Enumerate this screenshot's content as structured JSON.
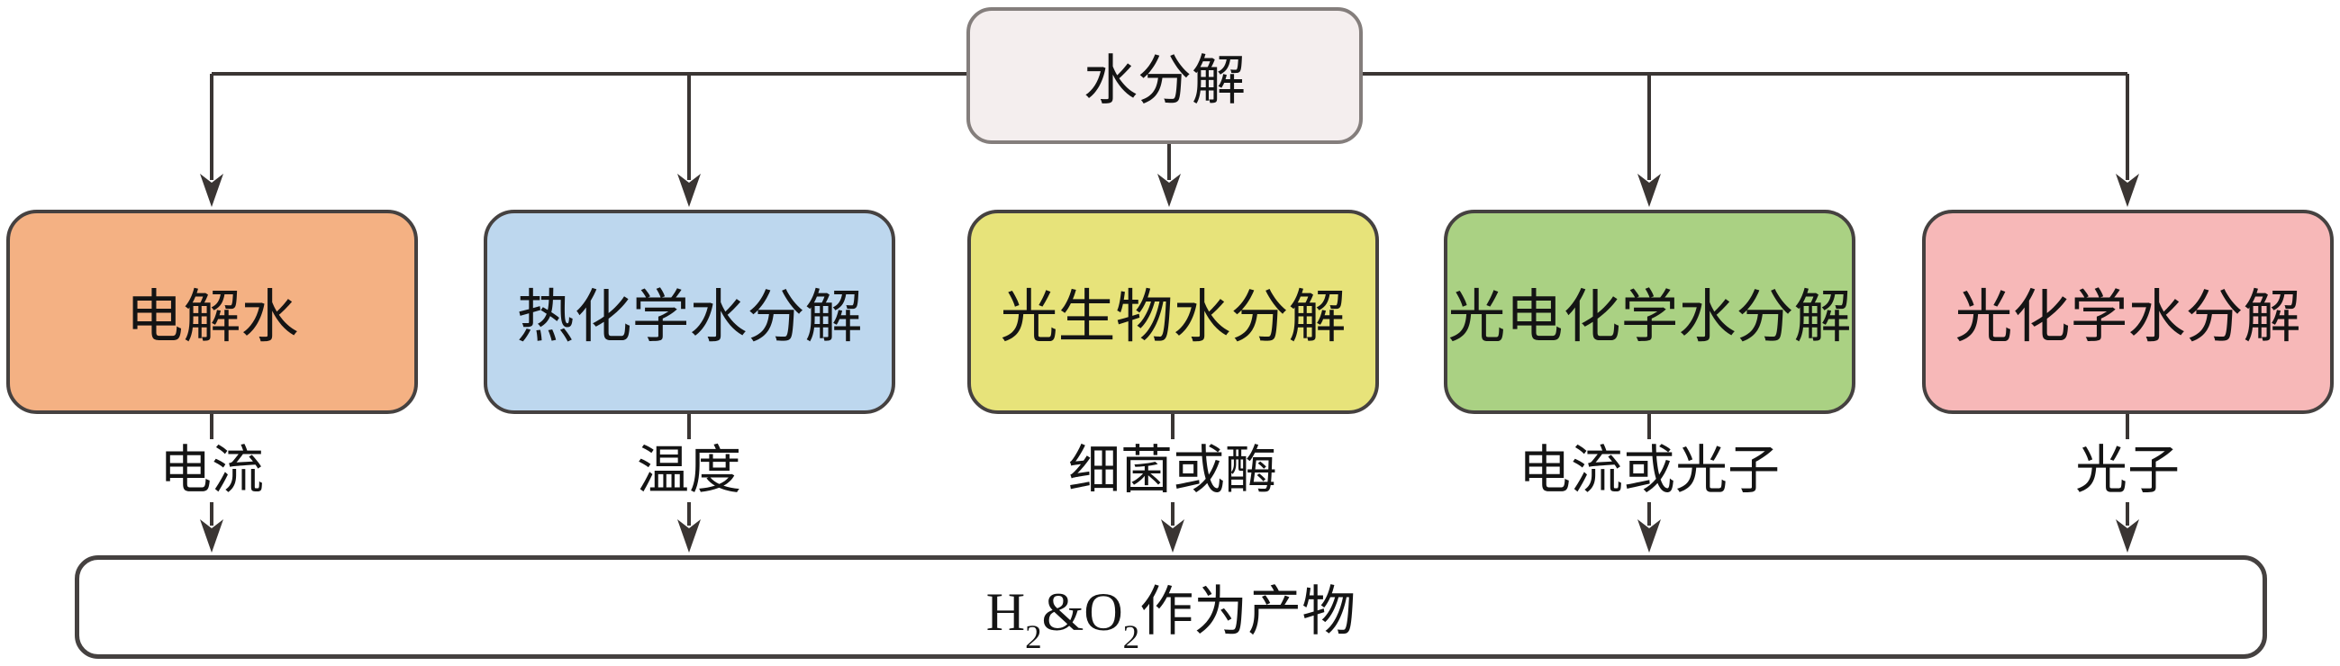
{
  "diagram": {
    "root_node": {
      "label": "水分解",
      "fill": "#f4eeee"
    },
    "method_nodes": [
      {
        "label": "电解水",
        "input_label": "电流",
        "fill": "#f4b183"
      },
      {
        "label": "热化学水分解",
        "input_label": "温度",
        "fill": "#bdd7ee"
      },
      {
        "label": "光生物水分解",
        "input_label": "细菌或酶",
        "fill": "#e7e37a"
      },
      {
        "label": "光电化学水分解",
        "input_label": "电流或光子",
        "fill": "#aad183"
      },
      {
        "label": "光化学水分解",
        "input_label": "光子",
        "fill": "#f7b8b8"
      }
    ],
    "product_node": {
      "part1": "H",
      "sub1": "2",
      "part2": "&O",
      "sub2": "2",
      "part3": "作为产物"
    },
    "colors": {
      "line": "#3a3533",
      "node_border": "#454140",
      "root_border": "#847e7c"
    }
  }
}
